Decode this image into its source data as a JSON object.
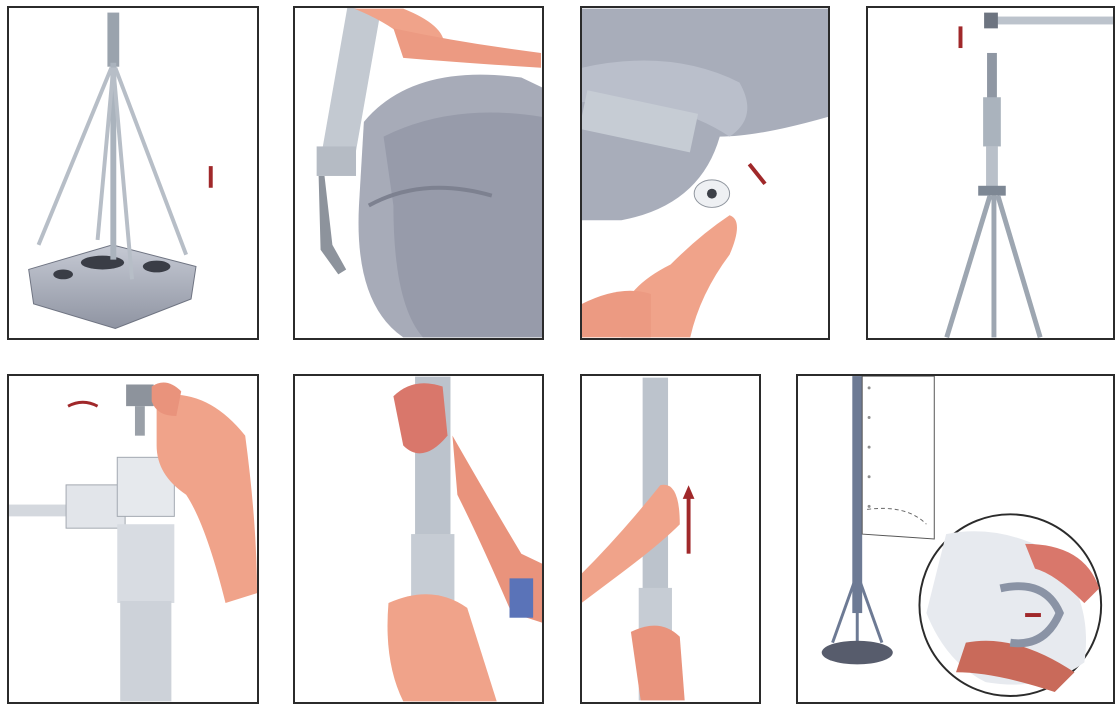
{
  "steps": [
    {
      "id": 1,
      "icon": "base-assembly-icon",
      "arrow": "down-arrow-icon"
    },
    {
      "id": 2,
      "icon": "pole-insert-icon",
      "arrow": "none"
    },
    {
      "id": 3,
      "icon": "cap-fit-icon",
      "arrow": "diagonal-arrow-icon"
    },
    {
      "id": 4,
      "icon": "arm-attach-icon",
      "arrow": "down-arrow-icon"
    },
    {
      "id": 5,
      "icon": "knob-tighten-icon",
      "arrow": "rotate-arrow-icon"
    },
    {
      "id": 6,
      "icon": "pole-extend-icon",
      "arrow": "none"
    },
    {
      "id": 7,
      "icon": "pole-raise-icon",
      "arrow": "up-arrow-icon"
    },
    {
      "id": 8,
      "icon": "flag-attach-icon",
      "arrow": "left-arrow-icon"
    }
  ],
  "colors": {
    "border": "#2b2b2b",
    "arrow": "#a0282a",
    "metal": "#bcc3cc",
    "metal_dark": "#7d8794",
    "plastic": "#9a9fae",
    "skin": "#f0a38a",
    "skin_dark": "#c96a5a"
  }
}
